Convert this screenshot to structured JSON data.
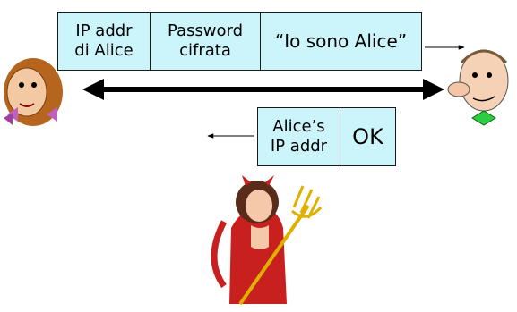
{
  "top_message": {
    "cells": [
      "IP addr\ndi Alice",
      "Password\ncifrata",
      "“Io sono Alice”"
    ]
  },
  "reply_message": {
    "cells": [
      "Alice’s\nIP addr",
      "OK"
    ]
  },
  "characters": {
    "alice": "alice-figure",
    "bob": "bob-figure",
    "trudy": "devil-figure"
  },
  "colors": {
    "cell_fill": "#ccf5fb",
    "arrow": "#000000",
    "devil_red": "#c8201e",
    "pitchfork": "#e0b000"
  }
}
